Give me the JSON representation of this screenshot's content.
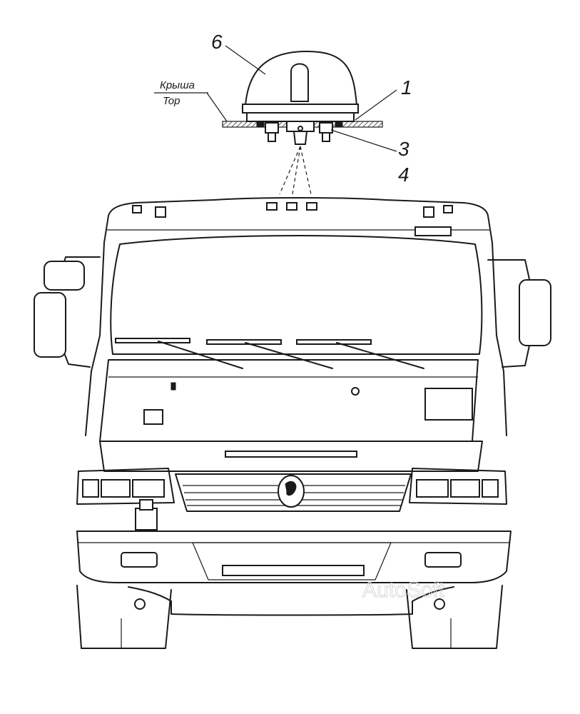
{
  "figure": {
    "roof_label_ru": "Крыша",
    "roof_label_en": "Top",
    "callouts": {
      "c6": "6",
      "c1": "1",
      "c3": "3",
      "c4": "4"
    },
    "watermark": "AutoSoft"
  }
}
